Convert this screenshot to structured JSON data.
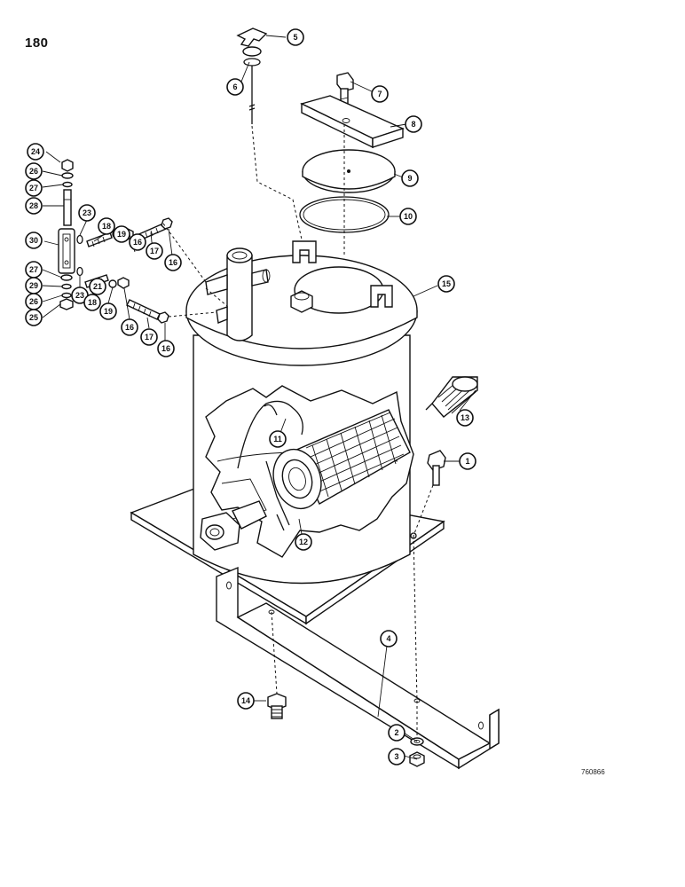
{
  "page_number": "180",
  "figure_code": "760866",
  "callouts": [
    "1",
    "2",
    "3",
    "4",
    "5",
    "6",
    "7",
    "8",
    "9",
    "10",
    "11",
    "12",
    "13",
    "14",
    "15",
    "16",
    "16",
    "16",
    "16",
    "17",
    "17",
    "18",
    "18",
    "19",
    "19",
    "21",
    "23",
    "23",
    "24",
    "25",
    "26",
    "26",
    "27",
    "27",
    "28",
    "29",
    "30"
  ]
}
